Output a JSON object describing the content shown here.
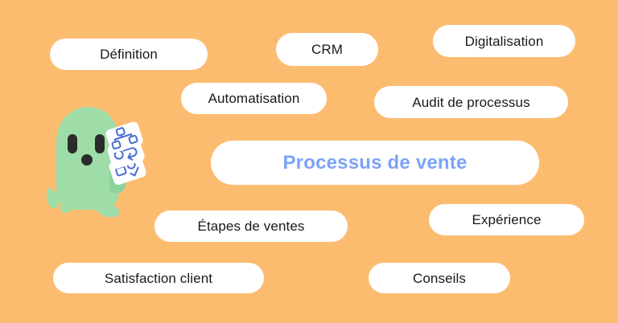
{
  "page": {
    "background_color": "#FCBC70",
    "pill_background": "#FFFFFF",
    "pill_text_color": "#18191B",
    "accent_color": "#7BA4F7",
    "mascot_color": "#9EDDA8",
    "mascot_face_color": "#2B2B2B",
    "card_color": "#FFFFFF",
    "card_icon_color": "#4A6CD4"
  },
  "topic": {
    "center_label": "Processus de vente"
  },
  "keywords": [
    {
      "id": "definition",
      "label": "Définition"
    },
    {
      "id": "crm",
      "label": "CRM"
    },
    {
      "id": "digitalisation",
      "label": "Digitalisation"
    },
    {
      "id": "automatisation",
      "label": "Automatisation"
    },
    {
      "id": "audit",
      "label": "Audit de processus"
    },
    {
      "id": "etapes",
      "label": "Étapes de ventes"
    },
    {
      "id": "experience",
      "label": "Expérience"
    },
    {
      "id": "satisfaction",
      "label": "Satisfaction client"
    },
    {
      "id": "conseils",
      "label": "Conseils"
    }
  ],
  "mascot": {
    "name": "green-blob-mascot",
    "holding": "stacked-process-cards"
  }
}
